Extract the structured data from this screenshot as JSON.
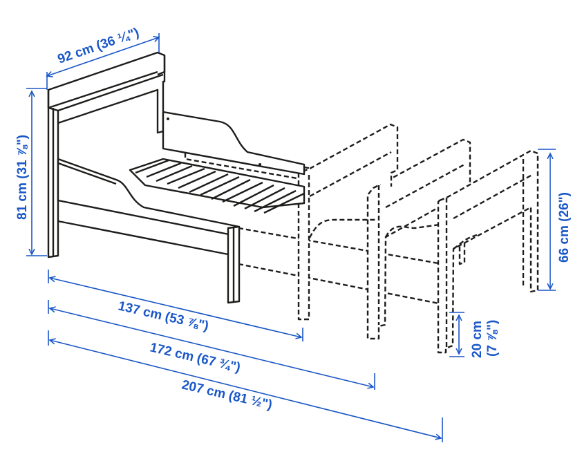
{
  "dimensions": {
    "width_head": "92 cm (36 ¼\")",
    "height_head": "81 cm (31 ⅞\")",
    "height_foot": "66 cm (26\")",
    "clearance_line1": "20 cm",
    "clearance_line2": "(7 ⅞\")",
    "length_min": "137 cm (53 ⅞\")",
    "length_mid": "172 cm (67 ¾\")",
    "length_max": "207 cm (81 ½\")"
  },
  "colors": {
    "dimension": "#1a57c6",
    "linework": "#1d1d1b",
    "background": "#ffffff"
  }
}
